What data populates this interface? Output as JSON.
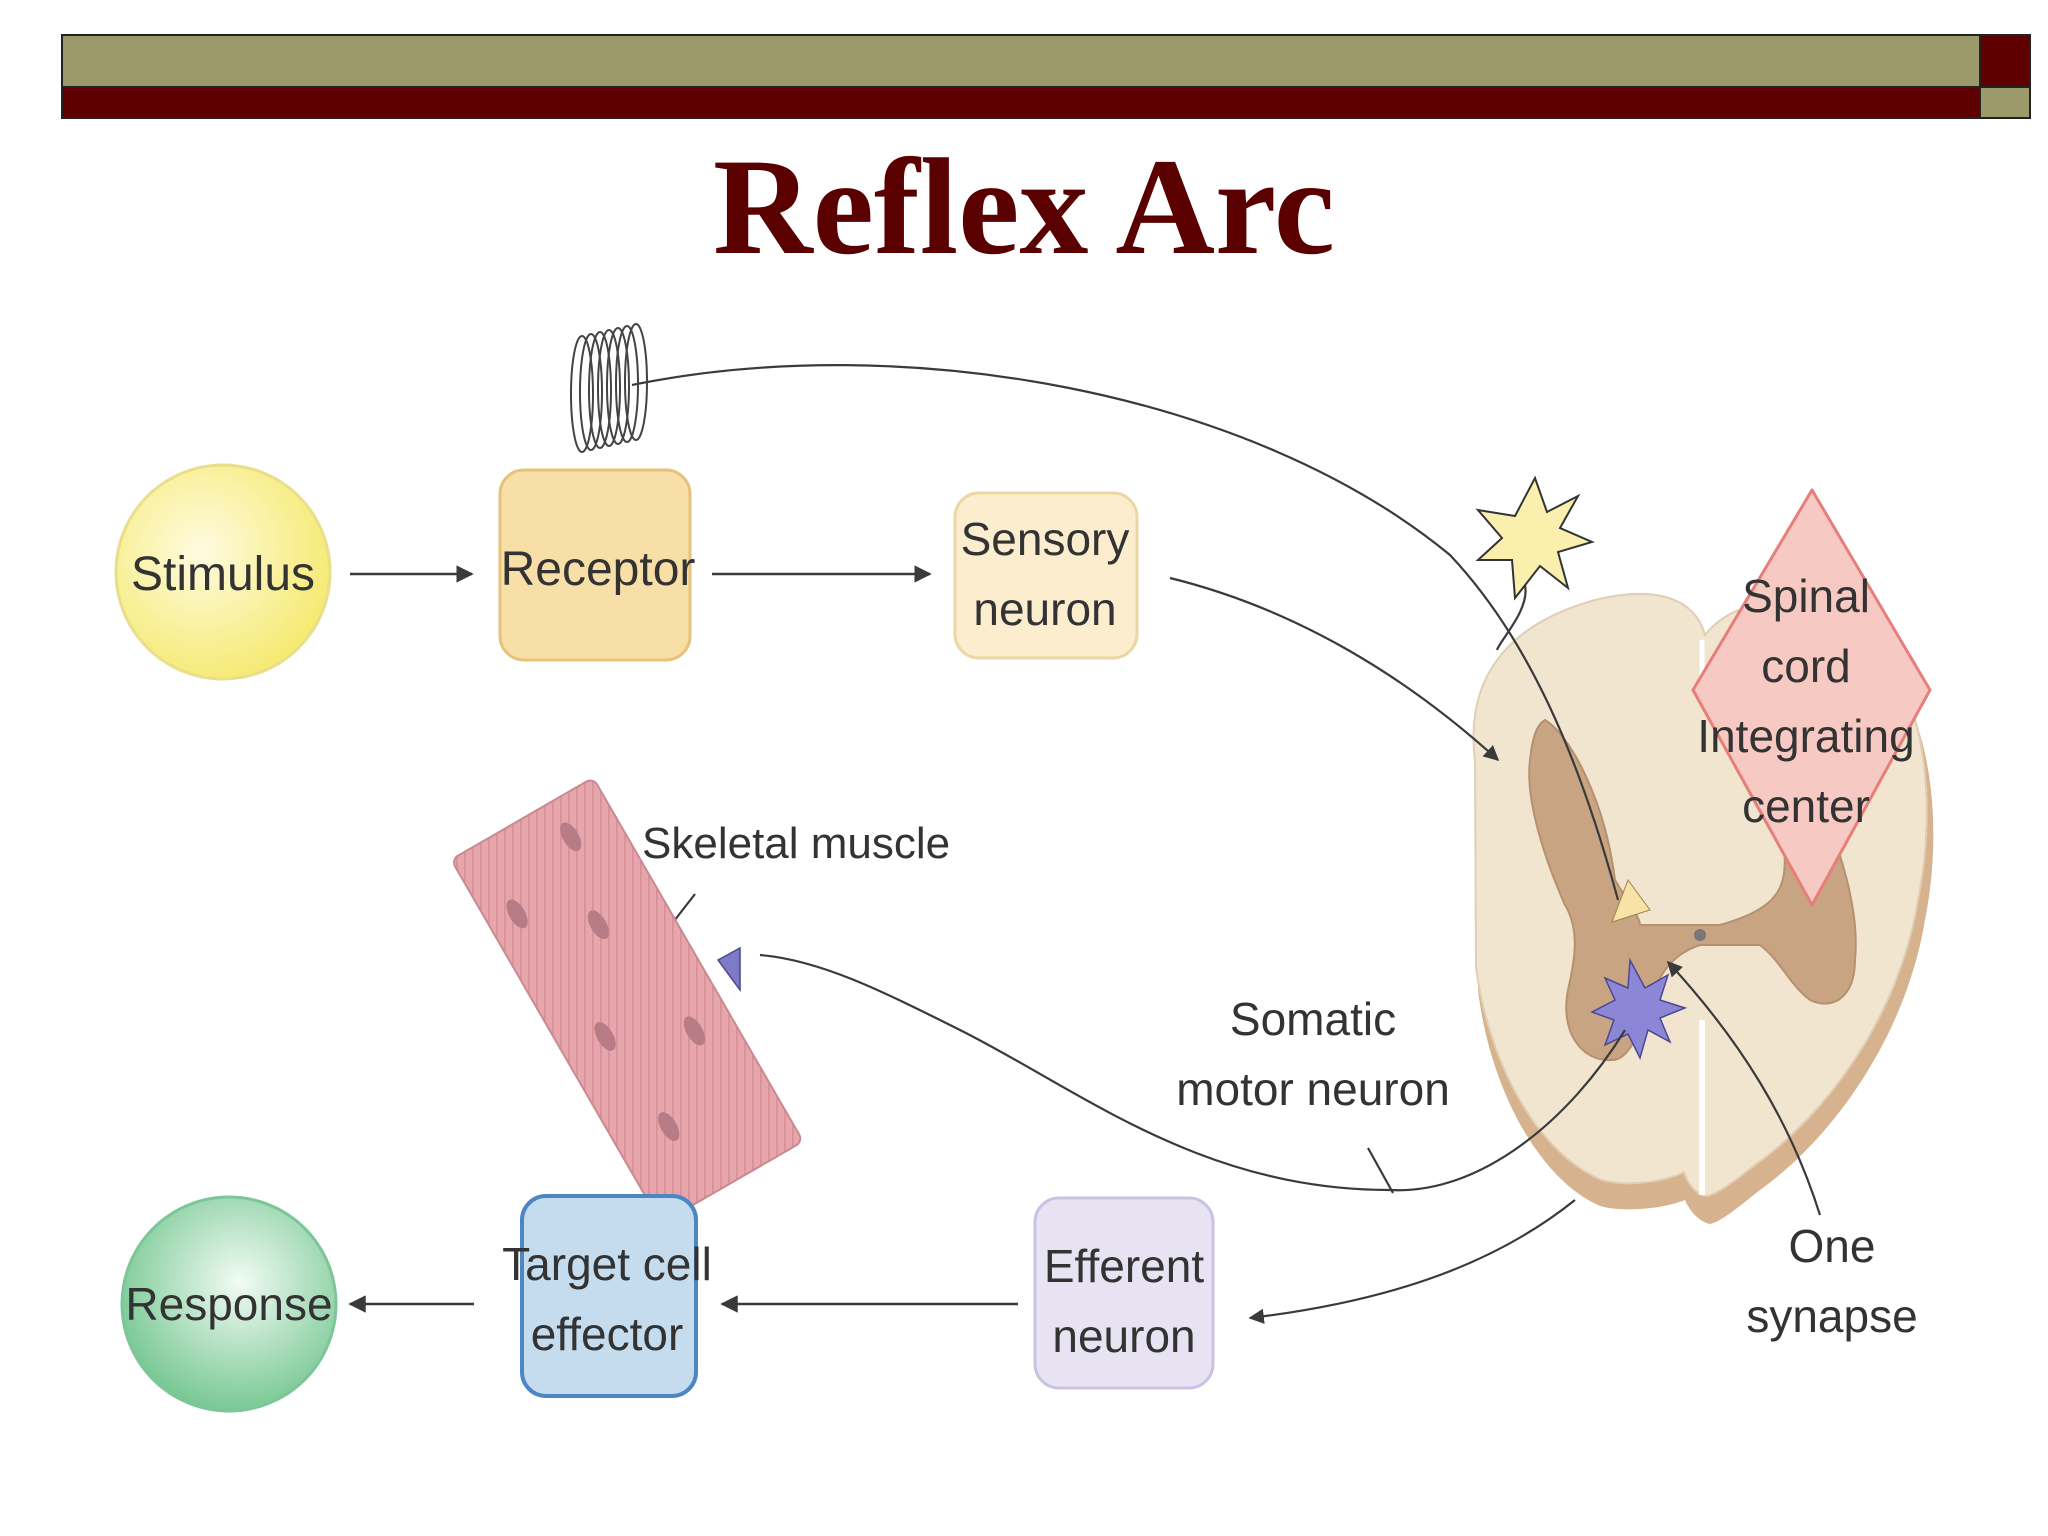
{
  "title": "Reflex Arc",
  "colors": {
    "header_olive": "#9c9a6a",
    "header_maroon": "#5e0000",
    "title": "#5a0000",
    "stimulus": "#f7ee87",
    "receptor": "#f8dea7",
    "sensory": "#fbedce",
    "spinal_label": "#f7c9c3",
    "target": "#c5dcee",
    "efferent": "#e7e3f3",
    "response": "#8fd1a5"
  },
  "diagram": {
    "stimulus": "Stimulus",
    "receptor": "Receptor",
    "sensory_neuron": [
      "Sensory",
      "neuron"
    ],
    "spinal_cord": [
      "Spinal",
      "cord",
      "Integrating",
      "center"
    ],
    "skeletal_muscle": "Skeletal muscle",
    "somatic_motor_neuron": [
      "Somatic",
      "motor neuron"
    ],
    "one_synapse": [
      "One",
      "synapse"
    ],
    "efferent_neuron": [
      "Efferent",
      "neuron"
    ],
    "target_cell": [
      "Target cell",
      "effector"
    ],
    "response": "Response"
  }
}
